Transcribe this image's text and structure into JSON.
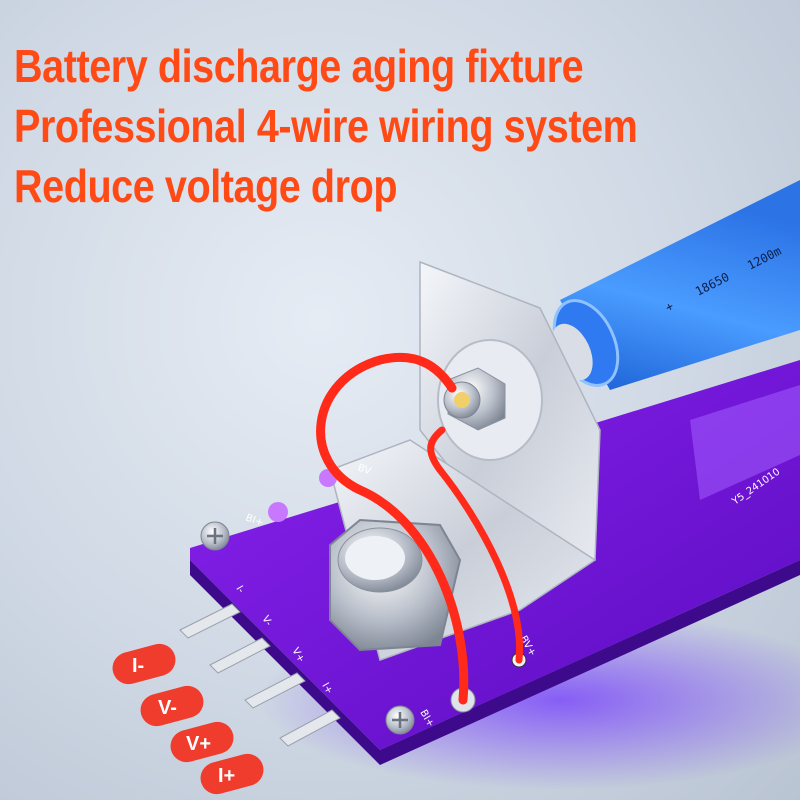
{
  "headline": {
    "line1": "Battery discharge aging fixture",
    "line2": "Professional 4-wire wiring system",
    "line3": "Reduce voltage drop"
  },
  "terminals": [
    {
      "label": "I-"
    },
    {
      "label": "V-"
    },
    {
      "label": "V+"
    },
    {
      "label": "I+"
    }
  ],
  "pcb_silkscreen": {
    "left_pins": [
      "I-",
      "V-",
      "V+",
      "I+"
    ],
    "bi_plus": "BI+",
    "bv_plus": "BV+",
    "bv_top": "BV",
    "part_code": "Y5_241010"
  },
  "cell": {
    "polarity": "+",
    "model": "18650",
    "capacity": "1200m"
  },
  "colors": {
    "headline": "#ff4a16",
    "pcb": "#7a16d8",
    "wire": "#ff2a1a",
    "cell": "#2a7df0",
    "terminal_pill": "#f03c2c"
  }
}
